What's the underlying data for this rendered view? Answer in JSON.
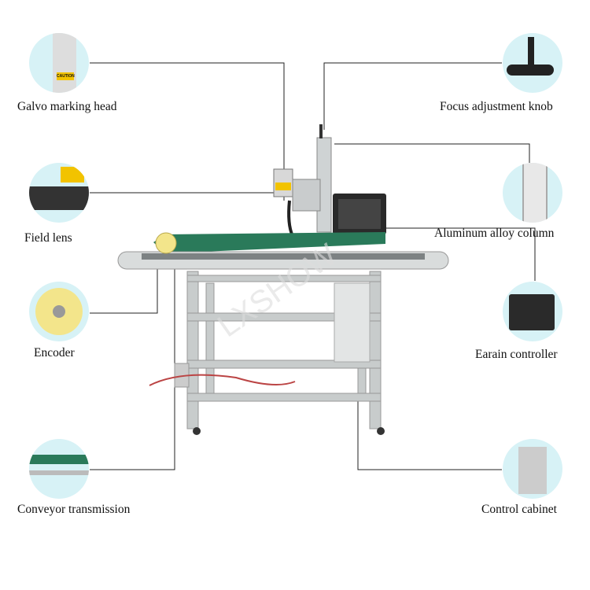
{
  "watermark": "LXSHOW",
  "callouts": {
    "galvo": "Galvo marking head",
    "field_lens": "Field lens",
    "encoder": "Encoder",
    "conveyor": "Conveyor transmission",
    "focus": "Focus adjustment knob",
    "column": "Aluminum alloy column",
    "controller": "Earain controller",
    "cabinet": "Control cabinet"
  },
  "galvo_sticker": "CAUTION"
}
